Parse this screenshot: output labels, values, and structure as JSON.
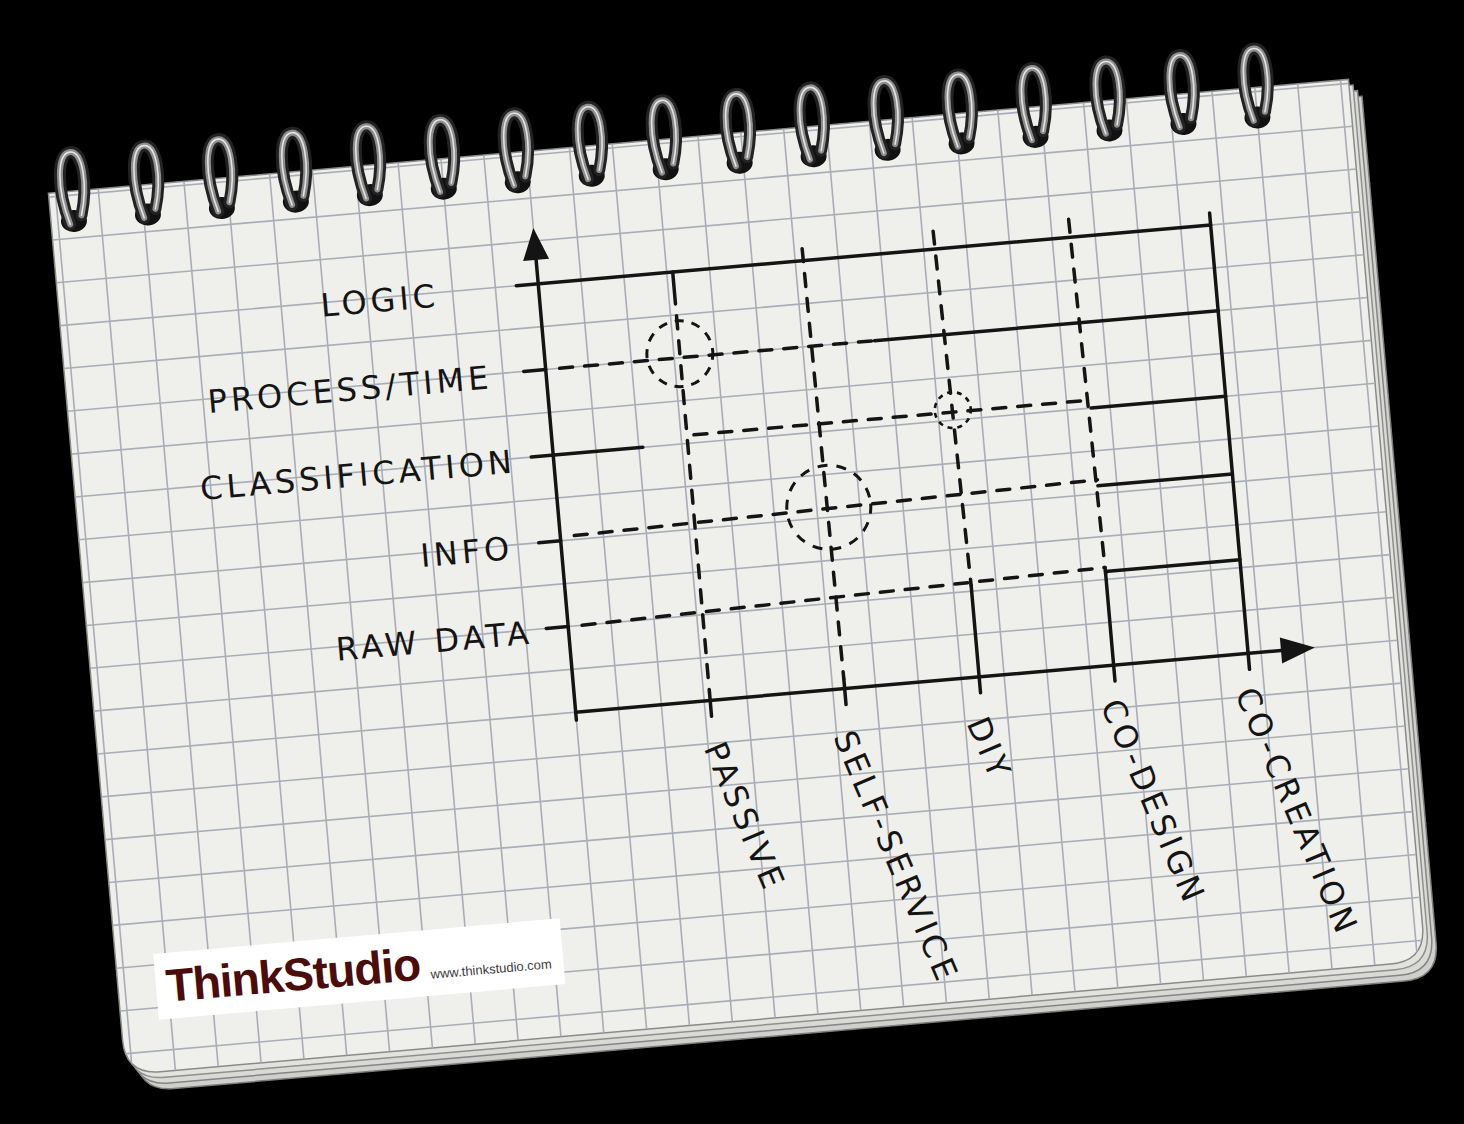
{
  "diagram": {
    "labels": [
      "LOGIC",
      "PROCESS/TIME",
      "CLASSIFICATION",
      "INFO",
      "RAW DATA",
      "PASSIVE",
      "SELF-SERVICE",
      "DIY",
      "CO-DESIGN",
      "CO-CREATION",
      "ThinkStudio",
      "www.thinkstudio.com"
    ]
  }
}
